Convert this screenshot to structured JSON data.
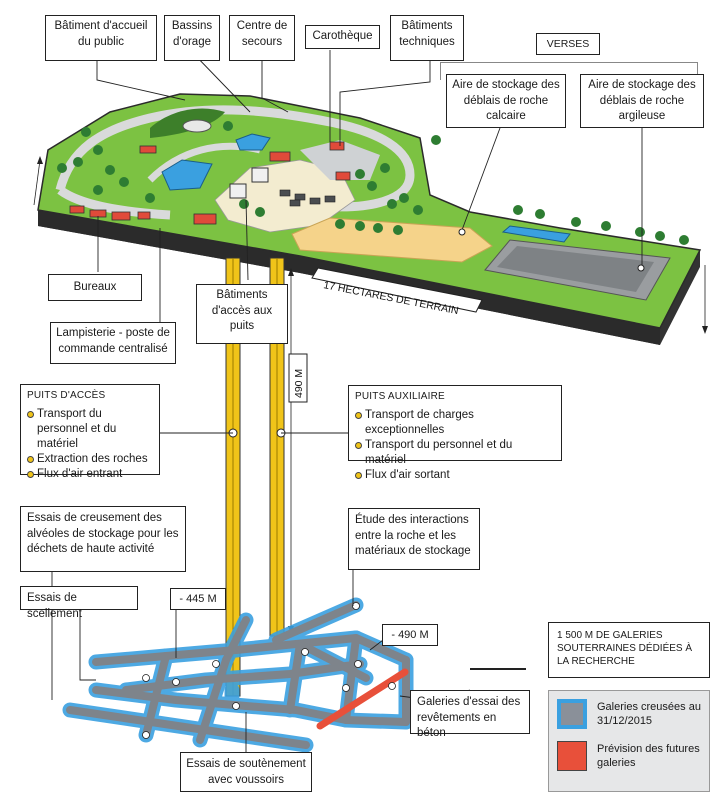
{
  "labels": {
    "batiment_accueil": "Bâtiment d'accueil du public",
    "bassins": "Bassins d'orage",
    "centre_secours": "Centre de secours",
    "carotheque": "Carothèque",
    "batiments_techniques": "Bâtiments techniques",
    "verses": "VERSES",
    "aire_calcaire": "Aire de stockage des déblais de roche calcaire",
    "aire_argileuse": "Aire de stockage des déblais de roche argileuse",
    "bureaux": "Bureaux",
    "lampisterie": "Lampisterie - poste de commande centralisé",
    "batiments_puits": "Bâtiments d'accès aux puits",
    "terrain": "17 HECTARES DE TERRAIN",
    "depth_490_vertical": "490 M",
    "depth_445": "- 445 M",
    "depth_490": "- 490 M",
    "essais_creusement": "Essais de creusement des alvéoles de stockage pour les déchets de haute activité",
    "essais_scellement": "Essais de scellement",
    "etude_interactions": "Étude des interactions entre la roche et les matériaux de stockage",
    "galeries_essai": "Galeries d'essai des revêtements en béton",
    "essais_soutenement": "Essais de soutènement avec voussoirs"
  },
  "puits_acces": {
    "title": "PUITS D'ACCÈS",
    "items": [
      "Transport du personnel et du matériel",
      "Extraction des roches",
      "Flux d'air entrant"
    ]
  },
  "puits_auxiliaire": {
    "title": "PUITS AUXILIAIRE",
    "items": [
      "Transport de charges exceptionnelles",
      "Transport du personnel et du matériel",
      "Flux d'air sortant"
    ]
  },
  "galeries_info": "1 500 M DE GALERIES SOUTERRAINES DÉDIÉES À LA RECHERCHE",
  "legend": [
    {
      "label": "Galeries creusées au 31/12/2015",
      "color": "#8a9099",
      "border": "#3aa0e0"
    },
    {
      "label": "Prévision des futures galeries",
      "color": "#e8503a",
      "border": "#444444"
    }
  ],
  "colors": {
    "grass": "#7cc242",
    "grass_dark": "#4f9a2e",
    "ground_side": "#3a3a3a",
    "road": "#d9dadb",
    "shaft": "#f0c419",
    "gallery": "#8a9099",
    "gallery_glow": "#3aa0e0",
    "future": "#e8503a",
    "water": "#3aa0e0",
    "sand": "#f5d38a"
  }
}
